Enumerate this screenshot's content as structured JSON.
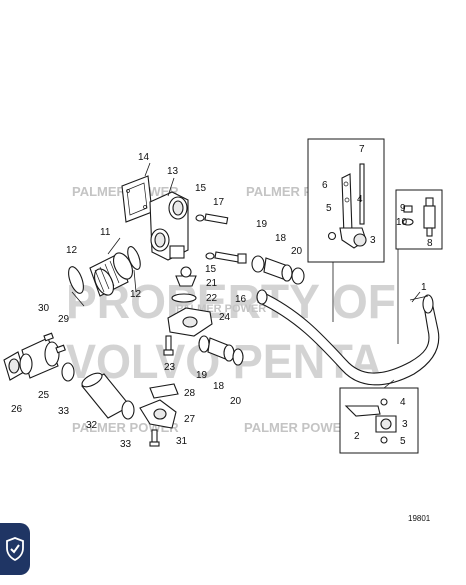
{
  "watermark": {
    "top_left": "PALMER POWER",
    "top_right": "PALMER POWER",
    "center_mid": "PALMER POWER",
    "bottom_left": "PALMER POWER",
    "bottom_right": "PALMER POWER",
    "big_line1": "PROPERTY OF",
    "big_line2": "VOLVO PENTA",
    "color": "#bdbdbd"
  },
  "figure_ref": "19801",
  "callouts": [
    "1",
    "2",
    "3",
    "3",
    "4",
    "4",
    "5",
    "5",
    "6",
    "7",
    "8",
    "9",
    "10",
    "11",
    "12",
    "12",
    "13",
    "14",
    "15",
    "15",
    "16",
    "17",
    "18",
    "18",
    "19",
    "19",
    "20",
    "20",
    "21",
    "22",
    "23",
    "24",
    "25",
    "26",
    "27",
    "28",
    "29",
    "30",
    "31",
    "32",
    "33",
    "33"
  ],
  "badge": {
    "icon": "shield-check-icon",
    "color": "#1f3564"
  }
}
